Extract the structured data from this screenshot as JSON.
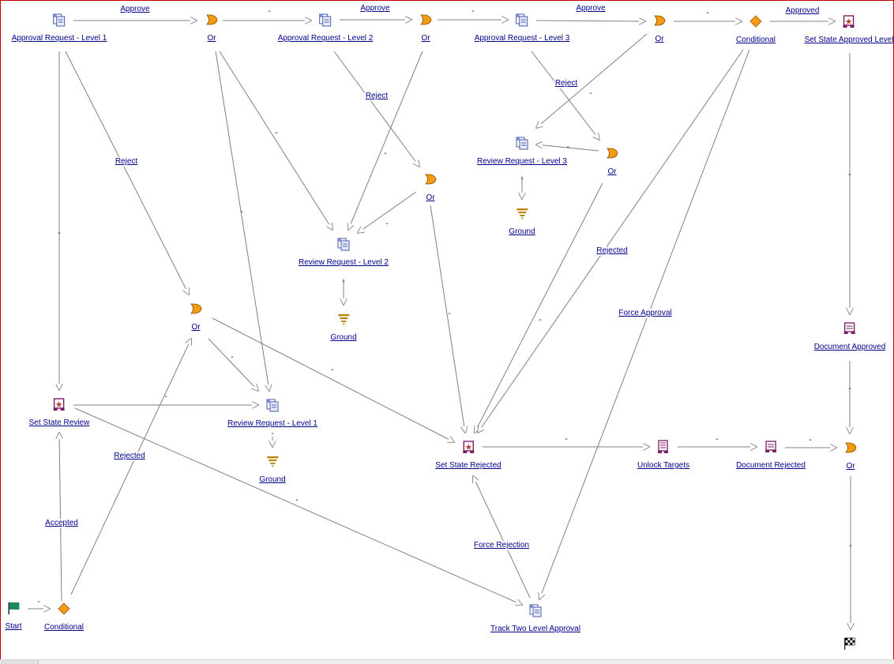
{
  "colors": {
    "link": "#00008b",
    "edge": "#808080",
    "or_gate": "#f59a13",
    "conditional": "#f59a13",
    "start_flag": "#1a8a5a",
    "state_box": "#7a1c66",
    "frame": "#c00000"
  },
  "nodes": [
    {
      "id": "approval1",
      "type": "activity",
      "icon": "activity-icon",
      "label": "Approval Request - Level 1"
    },
    {
      "id": "or1",
      "type": "or",
      "icon": "or-gate-icon",
      "label": "Or"
    },
    {
      "id": "approval2",
      "type": "activity",
      "icon": "activity-icon",
      "label": "Approval Request - Level 2"
    },
    {
      "id": "or2",
      "type": "or",
      "icon": "or-gate-icon",
      "label": "Or"
    },
    {
      "id": "approval3",
      "type": "activity",
      "icon": "activity-icon",
      "label": "Approval Request - Level 3"
    },
    {
      "id": "or3",
      "type": "or",
      "icon": "or-gate-icon",
      "label": "Or"
    },
    {
      "id": "cond_top",
      "type": "conditional",
      "icon": "conditional-diamond-icon",
      "label": "Conditional"
    },
    {
      "id": "set_approved",
      "type": "state",
      "icon": "set-state-icon",
      "label": "Set State Approved Level"
    },
    {
      "id": "review3",
      "type": "activity",
      "icon": "activity-icon",
      "label": "Review Request - Level 3"
    },
    {
      "id": "or_r3",
      "type": "or",
      "icon": "or-gate-icon",
      "label": "Or"
    },
    {
      "id": "ground3",
      "type": "ground",
      "icon": "ground-icon",
      "label": "Ground"
    },
    {
      "id": "or_r2",
      "type": "or",
      "icon": "or-gate-icon",
      "label": "Or"
    },
    {
      "id": "review2",
      "type": "activity",
      "icon": "activity-icon",
      "label": "Review Request - Level 2"
    },
    {
      "id": "ground2",
      "type": "ground",
      "icon": "ground-icon",
      "label": "Ground"
    },
    {
      "id": "or_mid",
      "type": "or",
      "icon": "or-gate-icon",
      "label": "Or"
    },
    {
      "id": "doc_approved",
      "type": "document",
      "icon": "document-icon",
      "label": "Document Approved"
    },
    {
      "id": "set_review",
      "type": "state",
      "icon": "set-state-icon",
      "label": "Set State Review"
    },
    {
      "id": "review1",
      "type": "activity",
      "icon": "activity-icon",
      "label": "Review Request - Level 1"
    },
    {
      "id": "ground1",
      "type": "ground",
      "icon": "ground-icon",
      "label": "Ground"
    },
    {
      "id": "set_rejected",
      "type": "state",
      "icon": "set-state-icon",
      "label": "Set State Rejected"
    },
    {
      "id": "unlock",
      "type": "unlock",
      "icon": "unlock-targets-icon",
      "label": "Unlock Targets"
    },
    {
      "id": "doc_rejected",
      "type": "document",
      "icon": "document-icon",
      "label": "Document Rejected"
    },
    {
      "id": "or_end",
      "type": "or",
      "icon": "or-gate-icon",
      "label": "Or"
    },
    {
      "id": "start",
      "type": "start",
      "icon": "start-flag-icon",
      "label": "Start"
    },
    {
      "id": "cond_bottom",
      "type": "conditional",
      "icon": "conditional-diamond-icon",
      "label": "Conditional"
    },
    {
      "id": "track",
      "type": "activity",
      "icon": "activity-icon",
      "label": "Track Two Level Approval"
    },
    {
      "id": "finish",
      "type": "finish",
      "icon": "finish-flag-icon",
      "label": ""
    }
  ],
  "edges": [
    {
      "id": "e1",
      "label": "Approve"
    },
    {
      "id": "e2",
      "label": "-"
    },
    {
      "id": "e3",
      "label": "Approve"
    },
    {
      "id": "e4",
      "label": "-"
    },
    {
      "id": "e5",
      "label": "Approve"
    },
    {
      "id": "e6",
      "label": "-"
    },
    {
      "id": "e7",
      "label": "Approved"
    },
    {
      "id": "e8",
      "label": "Reject"
    },
    {
      "id": "e9",
      "label": "-"
    },
    {
      "id": "e10",
      "label": "-"
    },
    {
      "id": "e11",
      "label": "Reject"
    },
    {
      "id": "e12",
      "label": "-"
    },
    {
      "id": "e13",
      "label": "Reject"
    },
    {
      "id": "e14",
      "label": "-"
    },
    {
      "id": "e15",
      "label": "-"
    },
    {
      "id": "e16",
      "label": "-"
    },
    {
      "id": "e17",
      "label": "-"
    },
    {
      "id": "e18",
      "label": "-"
    },
    {
      "id": "e19",
      "label": "-"
    },
    {
      "id": "e20",
      "label": "-"
    },
    {
      "id": "e21",
      "label": "Rejected"
    },
    {
      "id": "e22",
      "label": "Force Approval"
    },
    {
      "id": "e23",
      "label": "-"
    },
    {
      "id": "e24",
      "label": "-"
    },
    {
      "id": "e25",
      "label": "-"
    },
    {
      "id": "e26",
      "label": "-"
    },
    {
      "id": "e27",
      "label": "-"
    },
    {
      "id": "e28",
      "label": "-"
    },
    {
      "id": "e29",
      "label": "-"
    },
    {
      "id": "e30",
      "label": "-"
    },
    {
      "id": "e31",
      "label": "-"
    },
    {
      "id": "e32",
      "label": "-"
    },
    {
      "id": "e33",
      "label": "-"
    },
    {
      "id": "e34",
      "label": "Accepted"
    },
    {
      "id": "e35",
      "label": "Rejected"
    },
    {
      "id": "e36",
      "label": "-"
    },
    {
      "id": "e37",
      "label": "-"
    },
    {
      "id": "e38",
      "label": "Force Rejection"
    },
    {
      "id": "e39",
      "label": "-"
    },
    {
      "id": "e40",
      "label": "-"
    }
  ]
}
